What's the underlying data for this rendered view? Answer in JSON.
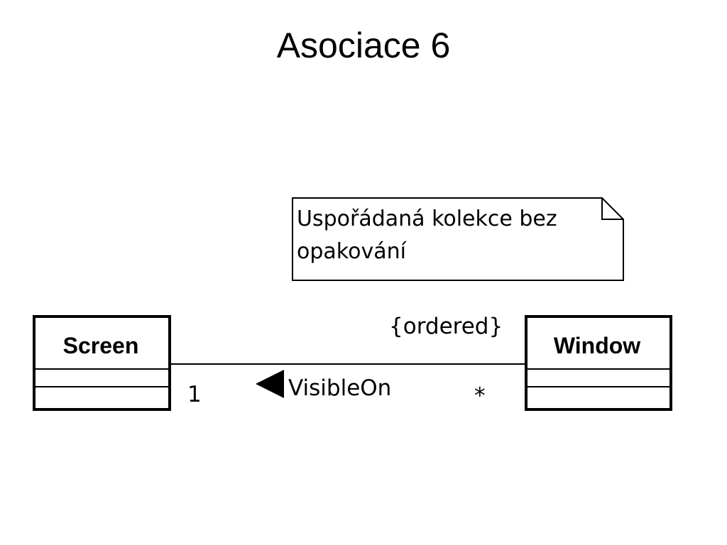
{
  "slide": {
    "title": "Asociace 6"
  },
  "note": {
    "line1": "Uspořádaná kolekce bez",
    "line2": "opakování"
  },
  "association": {
    "constraint": "{ordered}",
    "name": "VisibleOn",
    "left_multiplicity": "1",
    "right_multiplicity": "*",
    "direction_arrow": "left-triangle-arrow-icon"
  },
  "classes": {
    "left": {
      "name": "Screen"
    },
    "right": {
      "name": "Window"
    }
  }
}
